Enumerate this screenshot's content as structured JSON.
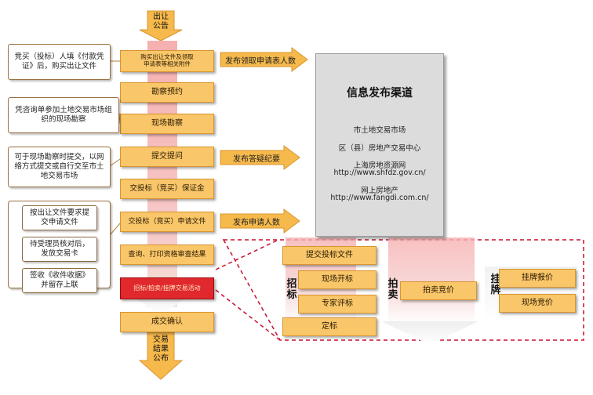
{
  "flow": {
    "start": "出让\n公告",
    "end": "交易\n结果\n公布",
    "steps": [
      "购买出让文件及领取\n申请表等相关附件",
      "勘察预约",
      "现场勘察",
      "提交提问",
      "交投标（竞买）保证金",
      "交投标（竞买）申请文件",
      "查询、打印资格审查结果",
      "招标/拍卖/挂牌交易活动",
      "成交确认"
    ]
  },
  "notes": {
    "buy": "竞买（投标）人填《付款凭证》后，购买出让文件",
    "survey": "凭咨询单参加土地交易市场组织的现场勘察",
    "question": "可于现场勘察时提交，以网络方式提交或自行交至市土地交易市场",
    "deposit1": "按出让文件要求提交申请文件",
    "deposit2": "待受理员核对后，发放交易卡",
    "deposit3": "签收《收件收据》并留存上联"
  },
  "publish": {
    "a1": "发布领取申请表人数",
    "a2": "发布答疑纪要",
    "a3": "发布申请人数"
  },
  "channel": {
    "title": "信息发布渠道",
    "lines": [
      "市土地交易市场",
      "区（县）房地产交易中心",
      "上海房地资源网",
      "http://www.shfdz.gov.cn/",
      "网上房地产",
      "http://www.fangdi.com.cn/"
    ]
  },
  "detail": {
    "zhaobiao_label": "招\n标",
    "zhaobiao_steps": [
      "提交投标文件",
      "现场开标",
      "专家评标",
      "定标"
    ],
    "paimai_label": "拍\n卖",
    "paimai_step": "拍卖竞价",
    "guapai_label": "挂\n牌",
    "guapai_steps": [
      "挂牌报价",
      "现场竞价"
    ]
  },
  "colors": {
    "box": "#f9c66a",
    "highlight": "#e0282d",
    "publish_arrow": "#f6b94c",
    "channel_bg": "#dcdcdc",
    "dashed": "#c8102e"
  }
}
